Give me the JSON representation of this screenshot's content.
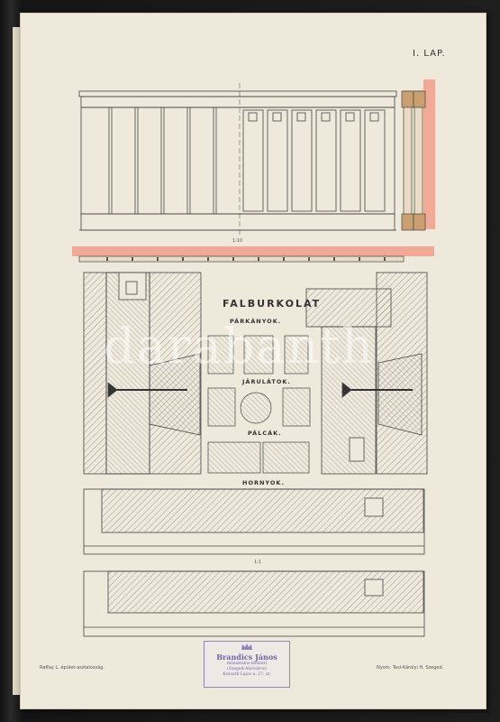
{
  "plate": {
    "page_label": "I. LAP.",
    "title": "FALBURKOLAT",
    "section_parkanyok": "PÁRKÁNYOK.",
    "section_javulatok": "JÁRULÁTOK.",
    "section_palcak": "PÁLCÁK.",
    "section_hornyok": "HORNYOK.",
    "scale_top": "1:10",
    "scale_bottom": "1:1",
    "footer_left": "Raffay L. épület-asztalosság.",
    "footer_right": "Nyom. Tesl-Károlyi H. Szeged.",
    "watermark": "darabanth"
  },
  "stamp": {
    "name": "Brandics János",
    "line1": "műasztalos-mesteri",
    "line2": "(Szeged-Alsóváros)",
    "line3": "Kossuth Lajos u. 27. sz."
  },
  "colors": {
    "paper": "#efe9dc",
    "ink": "#333333",
    "pink": "#f2aa98",
    "stamp": "#6f66a6"
  }
}
